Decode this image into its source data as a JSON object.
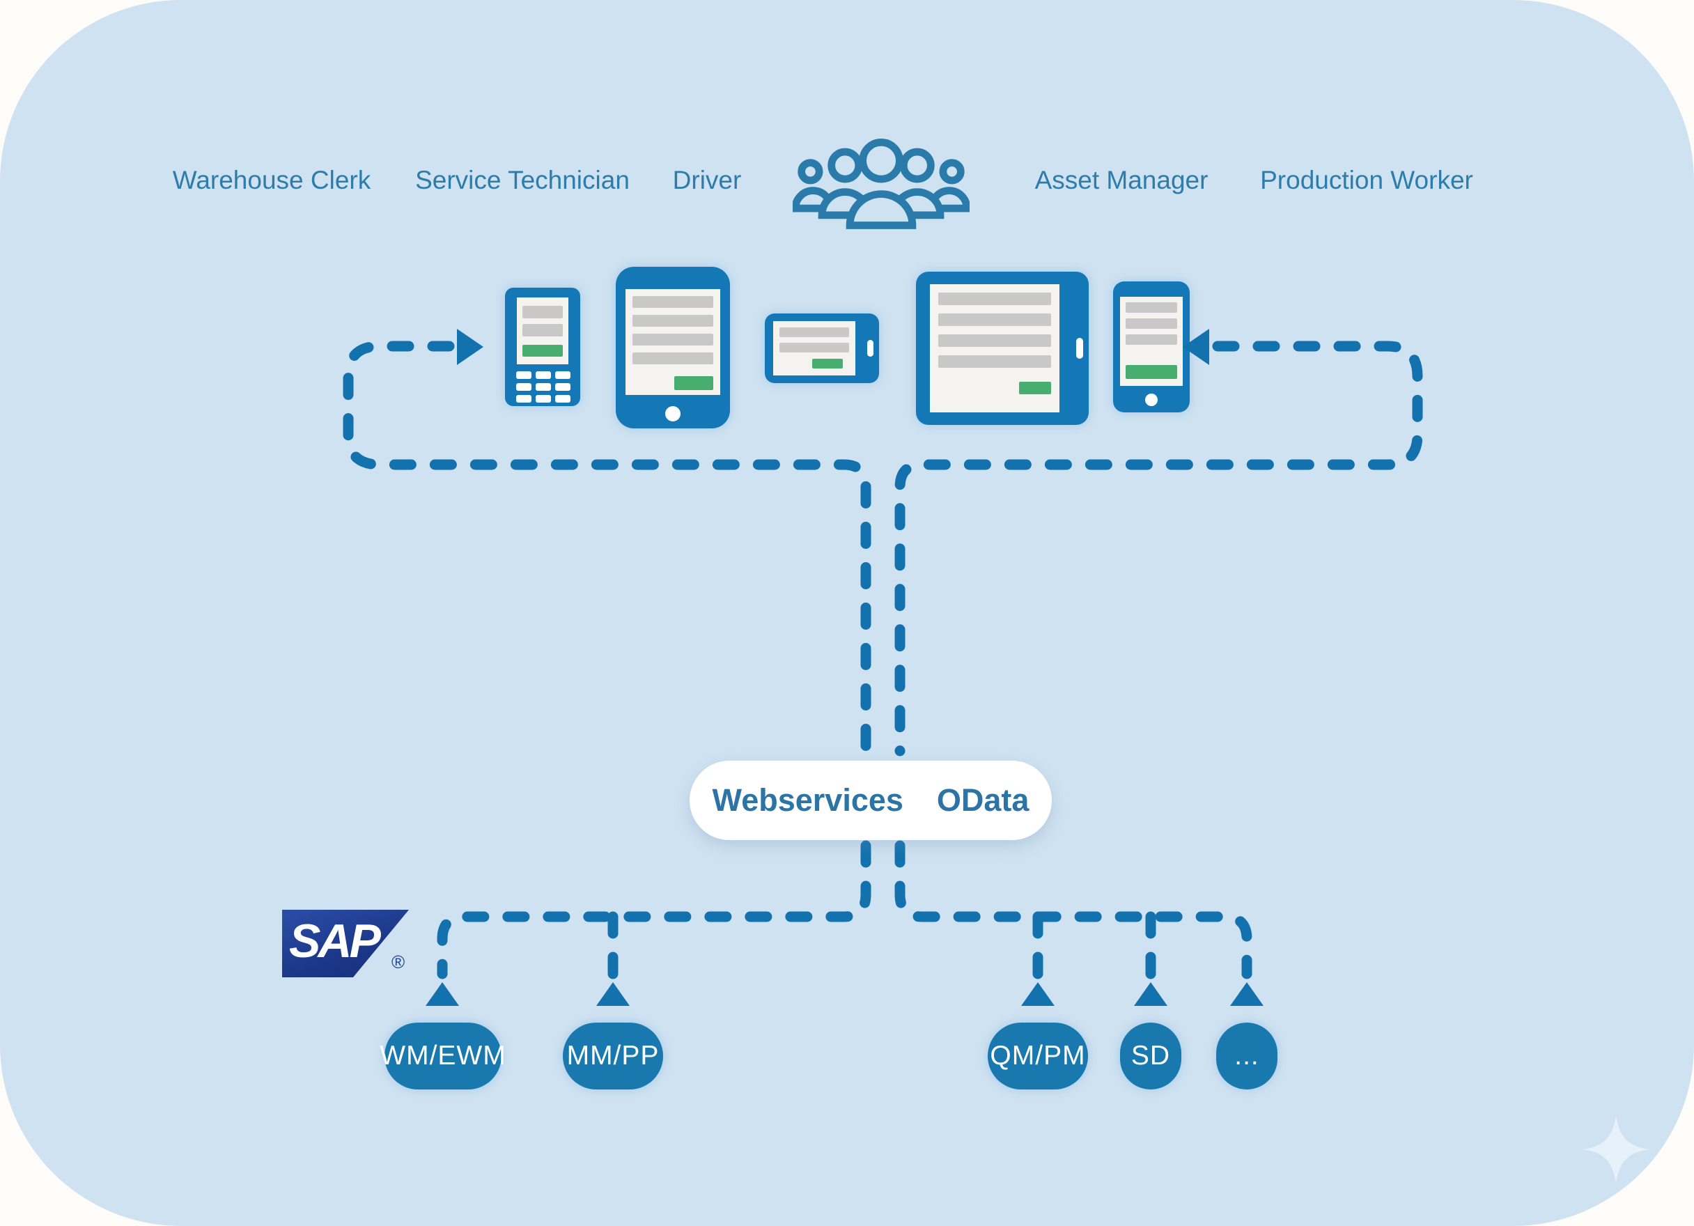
{
  "roles": {
    "items": [
      "Warehouse Clerk",
      "Service Technician",
      "Driver",
      "Asset Manager",
      "Production Worker"
    ]
  },
  "middleware": {
    "webservices_label": "Webservices",
    "odata_label": "OData"
  },
  "sap": {
    "logo_text": "SAP",
    "registered_mark": "®",
    "modules": [
      "WM/EWM",
      "MM/PP",
      "QM/PM",
      "SD",
      "..."
    ]
  },
  "icons": {
    "people_group": "people-group-icon",
    "devices": [
      "feature-phone-icon",
      "smartphone-icon",
      "landscape-phone-icon",
      "tablet-icon",
      "small-phone-icon"
    ],
    "sparkle": "sparkle-icon"
  },
  "colors": {
    "panel_bg": "#cfe2f1",
    "dashed_line_blue": "#1371ad",
    "device_blue": "#1378b5",
    "device_screen": "#f4f3ef",
    "screen_bar_gray": "#c8c8c8",
    "accent_green": "#47ae70",
    "role_label_blue": "#2d7ca9",
    "pill_text_blue": "#2d74a6",
    "pill_bg": "#ffffff",
    "sap_navy": "#1d3a8f",
    "module_oval_blue": "#1979ae"
  }
}
